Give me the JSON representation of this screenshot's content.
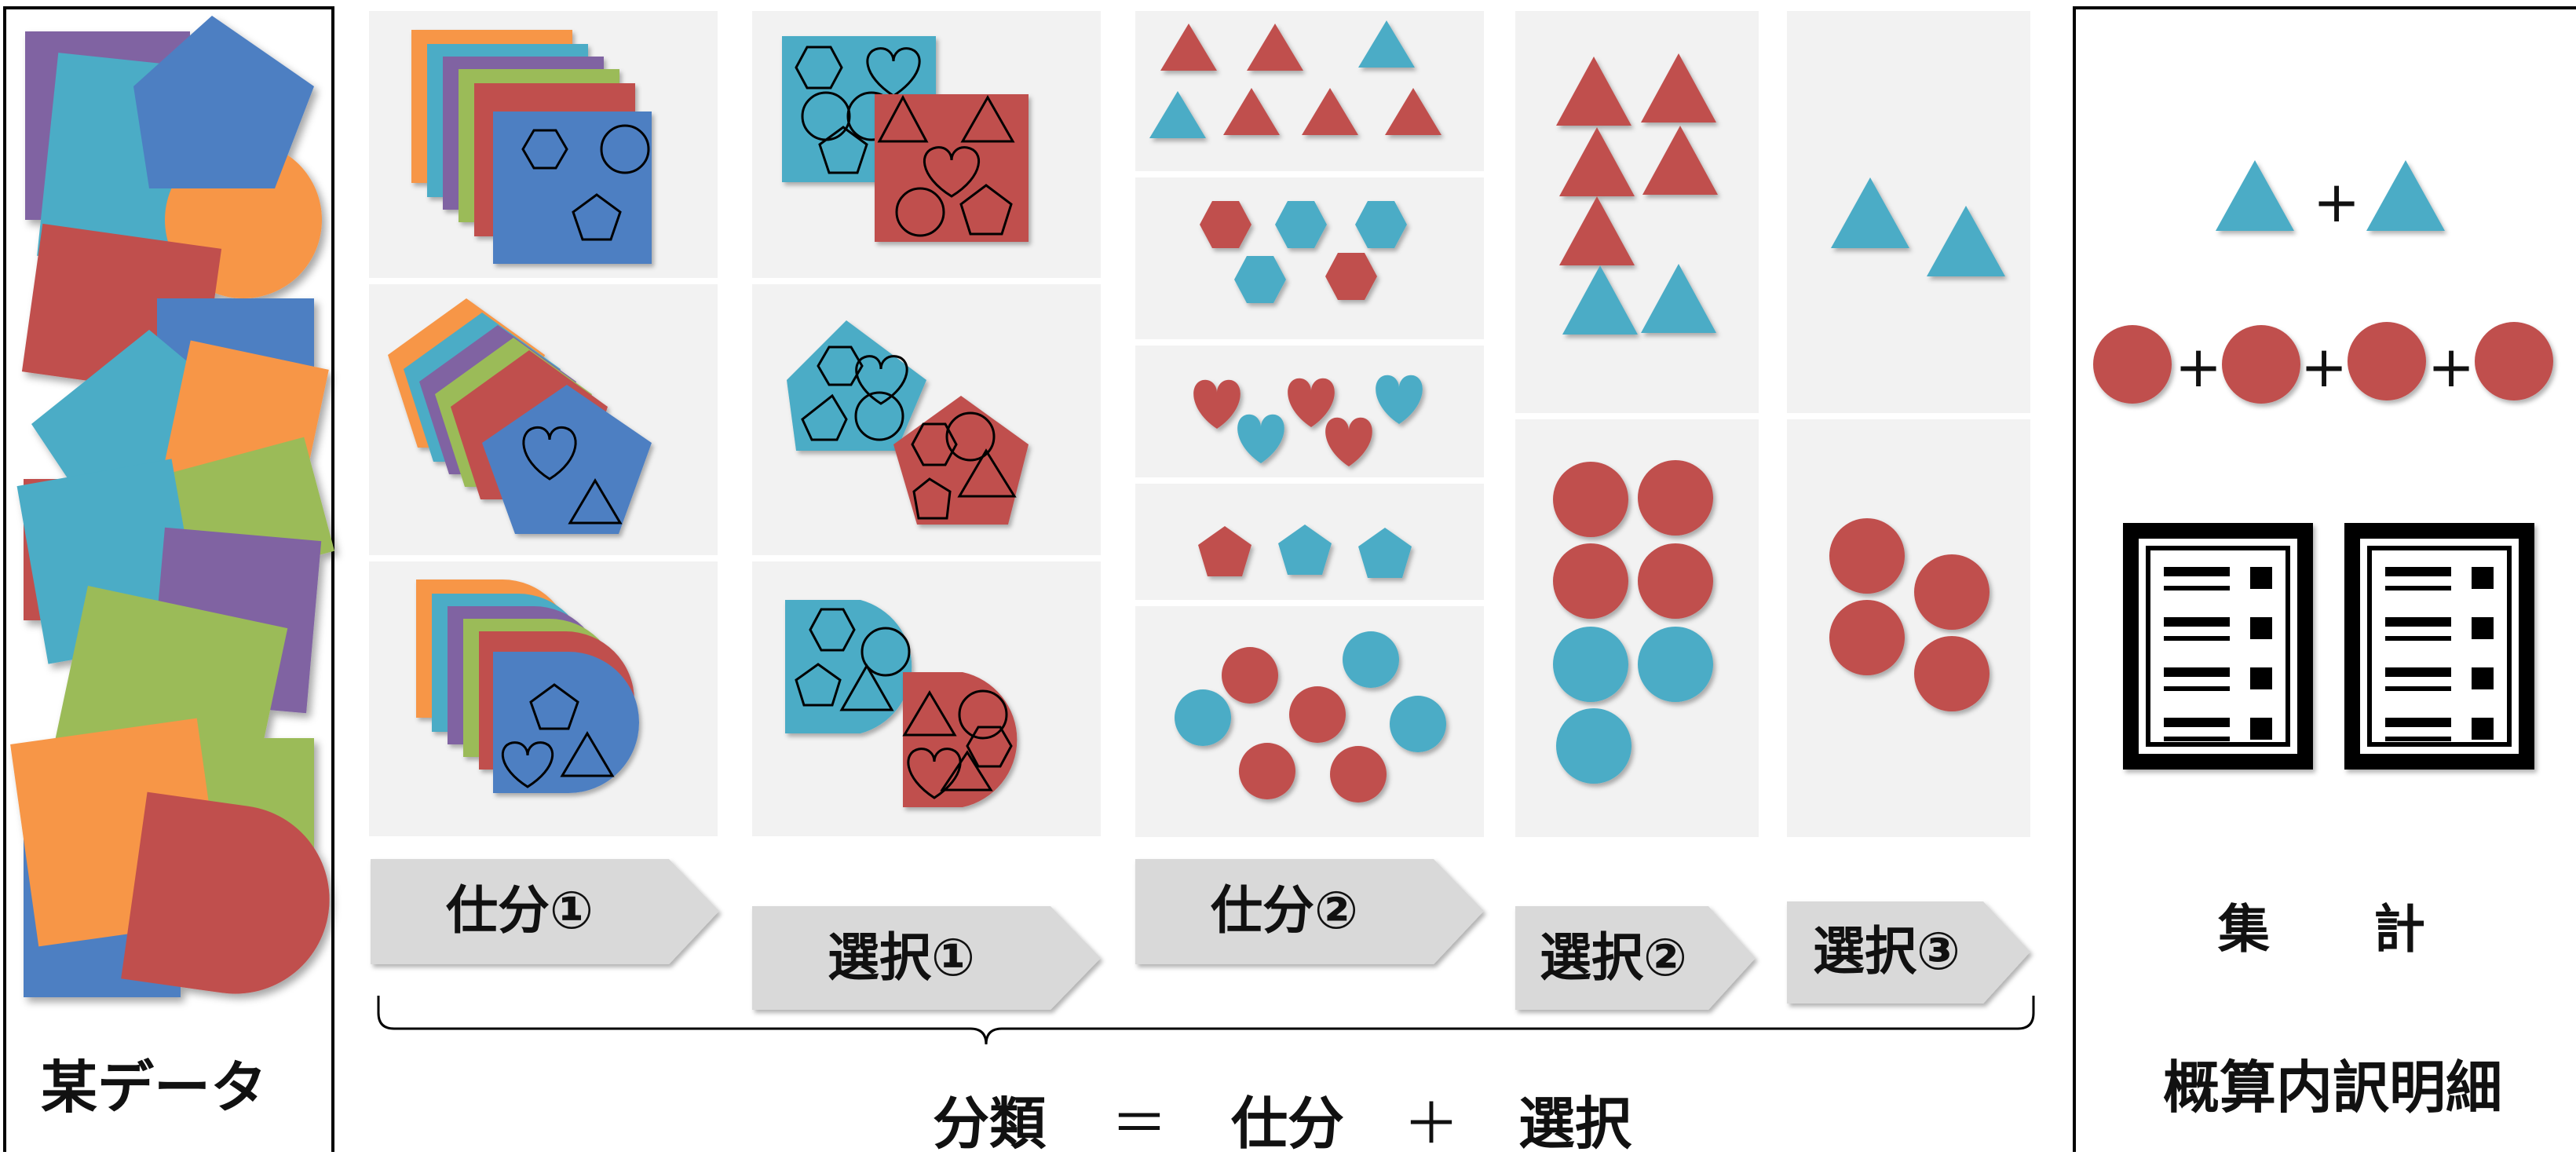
{
  "colors": {
    "blue": "#4E7FC2",
    "cyan": "#4BACC6",
    "red": "#C0504D",
    "orange": "#F79646",
    "green": "#9BBB59",
    "purple": "#8064A2",
    "panel": "#F2F2F2",
    "arrow": "#D9D9D9"
  },
  "left_panel": {
    "label": "某データ"
  },
  "steps": {
    "sort1": "仕分①",
    "select1": "選択①",
    "sort2": "仕分②",
    "select2": "選択②",
    "select3": "選択③",
    "total": "集　　計"
  },
  "formula": {
    "term1": "分類",
    "eq": "＝",
    "term2": "仕分",
    "plus": "＋",
    "term3": "選択"
  },
  "right_panel": {
    "label": "概算内訳明細",
    "plus_sign": "+"
  }
}
